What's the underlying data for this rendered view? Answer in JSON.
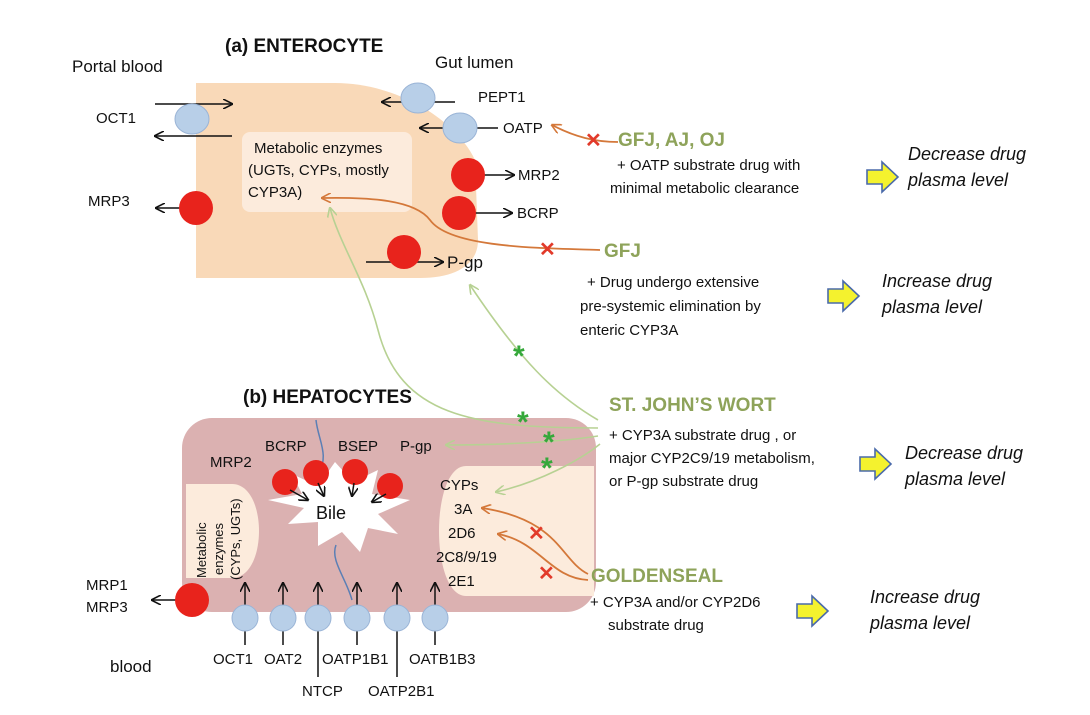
{
  "enterocyte": {
    "title": "(a) ENTEROCYTE",
    "portal_blood": "Portal blood",
    "gut_lumen": "Gut lumen",
    "enzymes": [
      "Metabolic enzymes",
      "(UGTs, CYPs, mostly",
      "CYP3A)"
    ],
    "transporters": {
      "oct1": "OCT1",
      "mrp3": "MRP3",
      "pept1": "PEPT1",
      "oatp": "OATP",
      "mrp2": "MRP2",
      "bcrp": "BCRP",
      "pgp": "P-gp"
    }
  },
  "hepatocytes": {
    "title": "(b) HEPATOCYTES",
    "bile": "Bile",
    "blood": "blood",
    "enzymes": [
      "Metabolic",
      "enzymes",
      "(CYPs, UGTs)"
    ],
    "cyps": [
      "CYPs",
      "3A",
      "2D6",
      "2C8/9/19",
      "2E1"
    ],
    "canalicular": {
      "mrp2": "MRP2",
      "bcrp": "BCRP",
      "bsep": "BSEP",
      "pgp": "P-gp"
    },
    "efflux": [
      "MRP1",
      "MRP3"
    ],
    "uptake": {
      "oct1": "OCT1",
      "oat2": "OAT2",
      "ntcp": "NTCP",
      "oatp1b1": "OATP1B1",
      "oatp2b1": "OATP2B1",
      "oatb1b3": "OATB1B3"
    }
  },
  "interactions": [
    {
      "herb": "GFJ, AJ, OJ",
      "condition": [
        "+ OATP substrate drug with",
        "minimal metabolic clearance"
      ],
      "effect": [
        "Decrease drug",
        "plasma level"
      ]
    },
    {
      "herb": "GFJ",
      "condition": [
        "+ Drug undergo extensive",
        "pre-systemic elimination by",
        "enteric CYP3A"
      ],
      "effect": [
        "Increase drug",
        "plasma level"
      ]
    },
    {
      "herb": "ST. JOHN’S WORT",
      "condition": [
        "+ CYP3A substrate drug , or",
        "major CYP2C9/19 metabolism,",
        "or P-gp substrate drug"
      ],
      "effect": [
        "Decrease drug",
        "plasma level"
      ]
    },
    {
      "herb": "GOLDENSEAL",
      "condition": [
        "+ CYP3A and/or CYP2D6",
        "substrate drug"
      ],
      "effect": [
        "Increase drug",
        "plasma level"
      ]
    }
  ],
  "colors": {
    "enterocyte_fill": "#f9d9b8",
    "hepatocyte_fill": "#dbb1b1",
    "enzyme_box_fill": "#fcebdc",
    "transporter_blue": "#b8cfe8",
    "efflux_red": "#e8231c",
    "herb_green": "#8ea35a",
    "inhibit_orange": "#d4783a",
    "induce_green": "#c6dca6",
    "star_green": "#35a83a",
    "block_red": "#e23a2a",
    "result_arrow_yellow": "#f4f22e",
    "result_arrow_outline": "#4a6aaa"
  }
}
